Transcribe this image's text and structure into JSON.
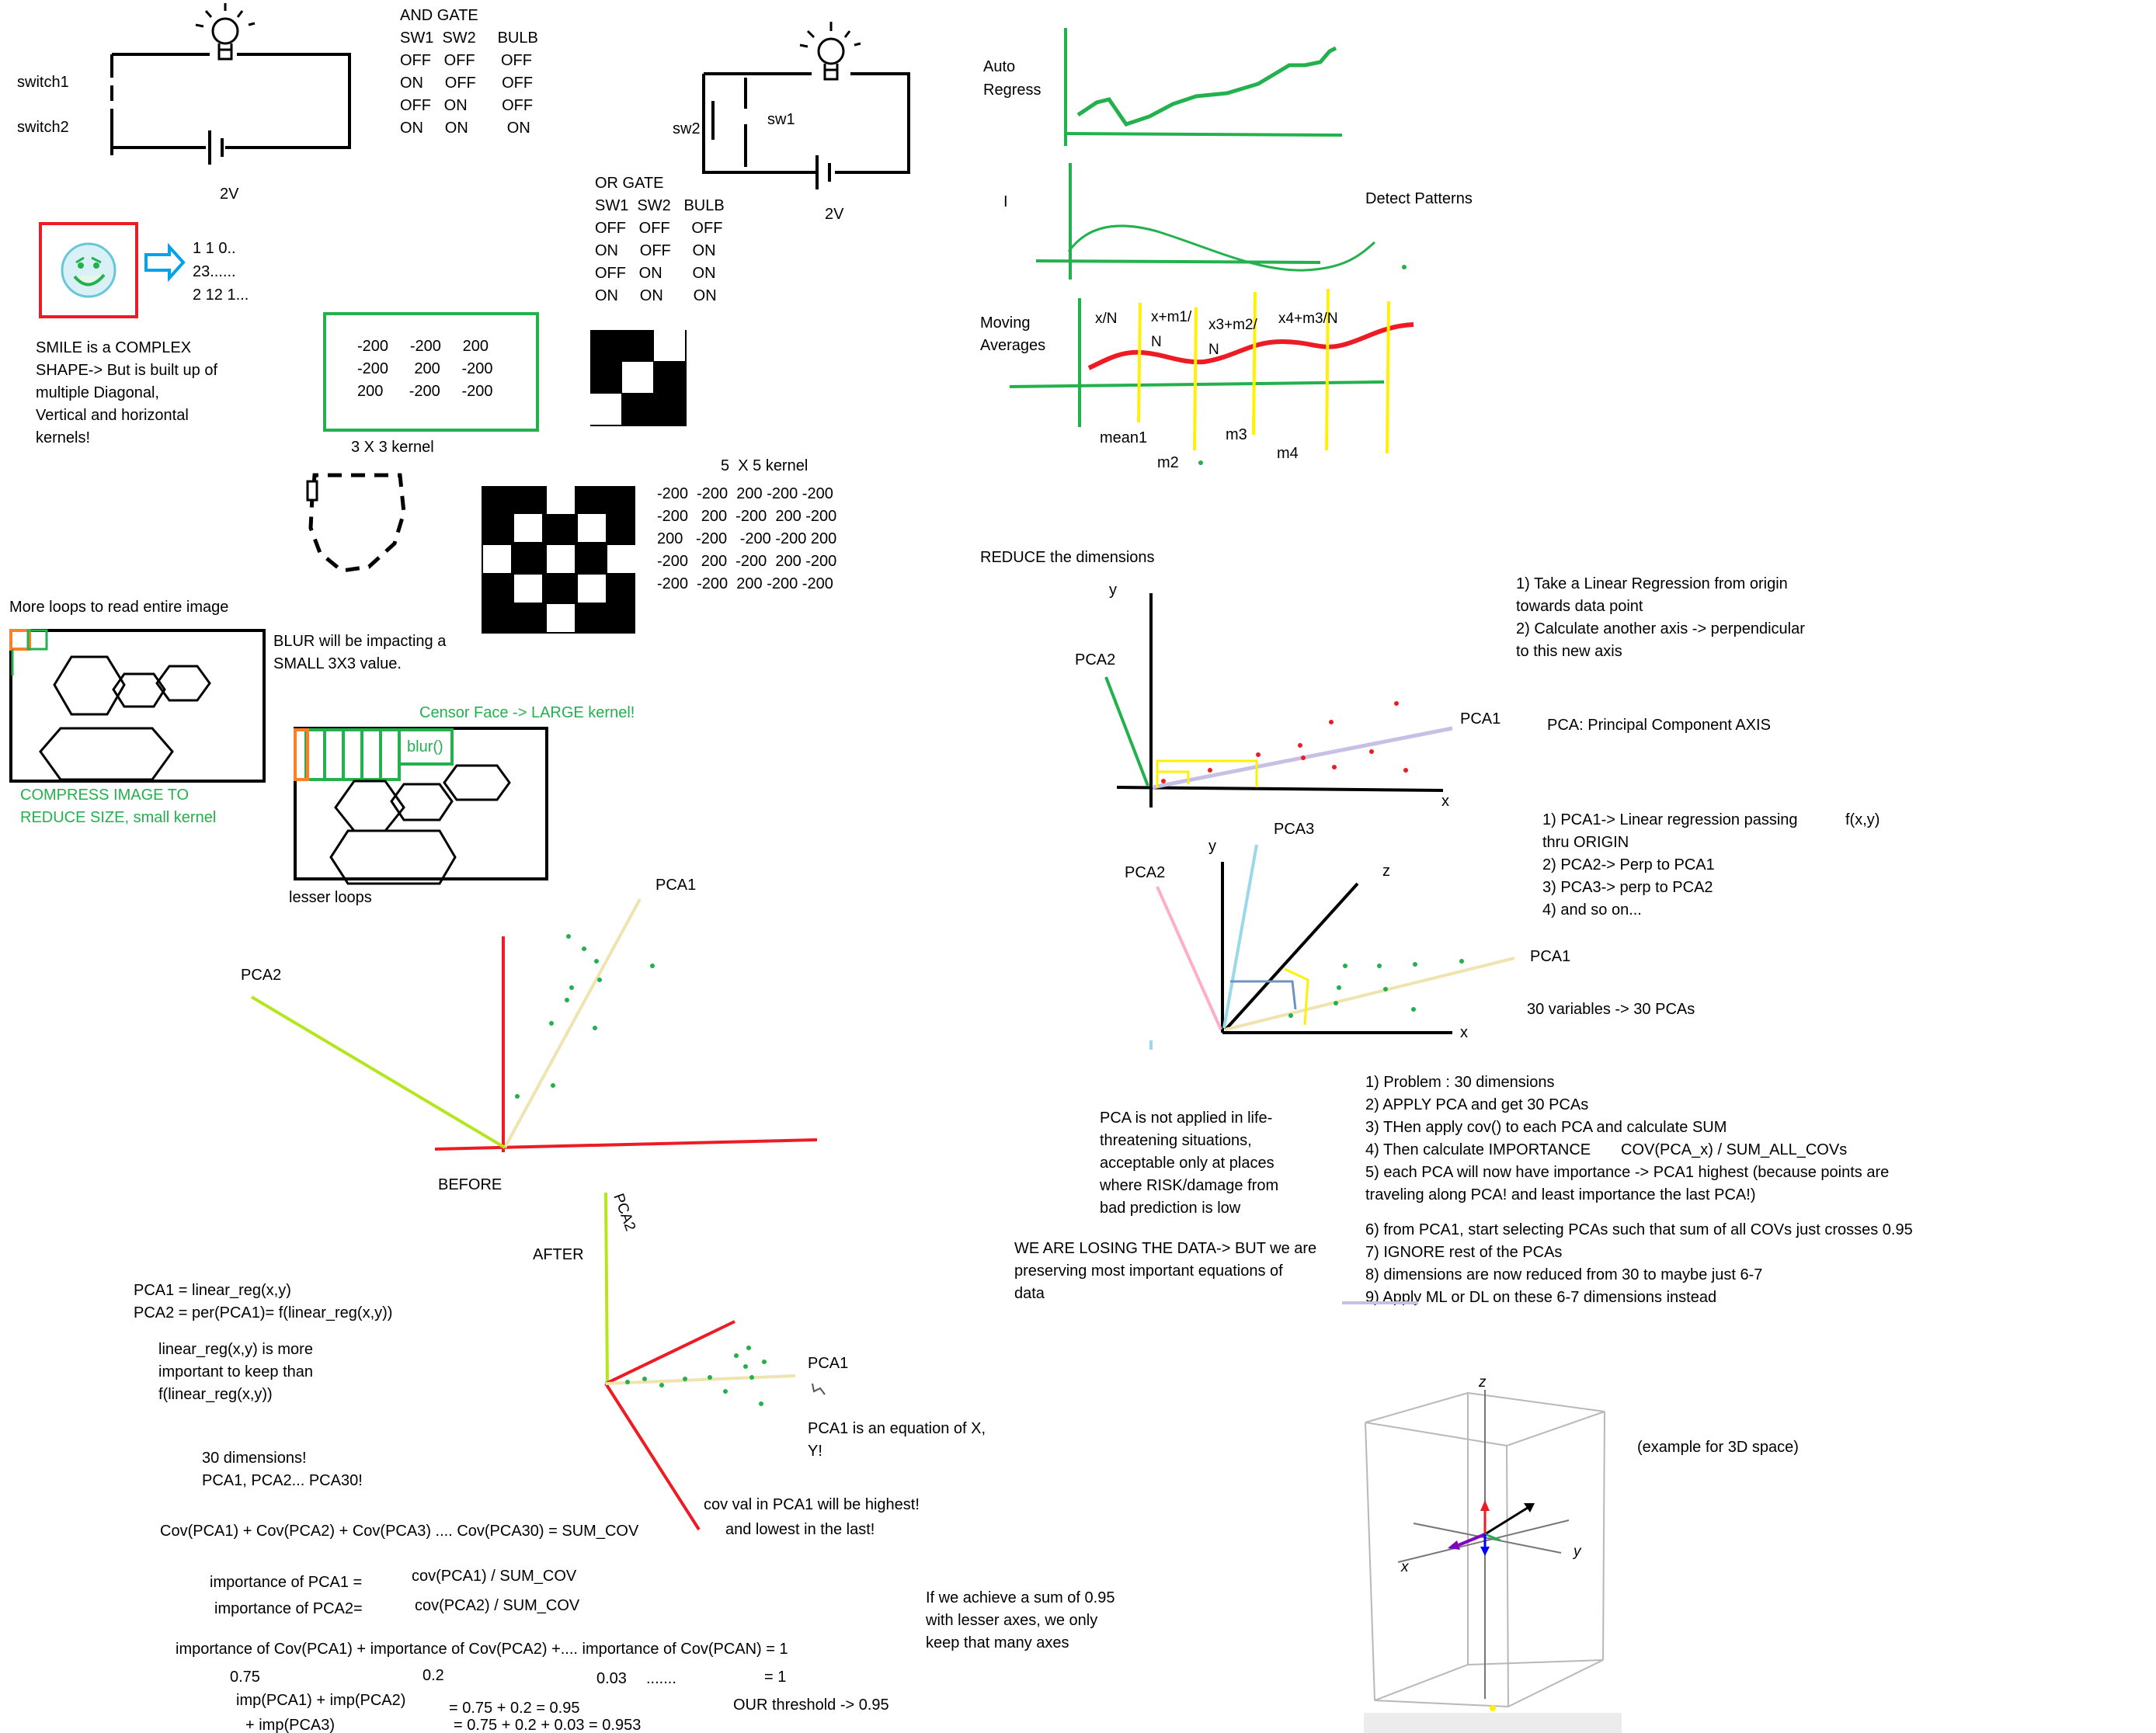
{
  "circuit_and": {
    "switch1": "switch1",
    "switch2": "switch2",
    "voltage": "2V",
    "table_title": "AND GATE",
    "header": "SW1  SW2     BULB",
    "rows": [
      "OFF   OFF      OFF",
      "ON     OFF      OFF",
      "OFF   ON        OFF",
      "ON     ON         ON"
    ]
  },
  "circuit_or": {
    "sw1": "sw1",
    "sw2": "sw2",
    "voltage": "2V",
    "table_title": "OR GATE",
    "header": "SW1  SW2   BULB",
    "rows": [
      "OFF   OFF     OFF",
      "ON     OFF     ON",
      "OFF   ON       ON",
      "ON     ON       ON"
    ]
  },
  "smile": {
    "nums": [
      "1  1 0..",
      "23......",
      "2 12 1..."
    ],
    "text": [
      "SMILE is a COMPLEX",
      "SHAPE-> But is built up of",
      "multiple Diagonal,",
      "Vertical and horizontal",
      "kernels!"
    ]
  },
  "kernel3": {
    "rows": [
      "-200     -200     200",
      "-200      200     -200",
      "200      -200     -200"
    ],
    "caption": "3 X 3 kernel"
  },
  "kernel5": {
    "title": "5  X 5 kernel",
    "rows": [
      "-200  -200  200 -200 -200",
      "-200   200  -200  200 -200",
      "200   -200   -200 -200 200",
      "-200   200  -200  200 -200",
      "-200  -200  200 -200 -200"
    ]
  },
  "loops": {
    "title": "More loops to read entire image",
    "blur_text": [
      "BLUR will be impacting a",
      "SMALL 3X3 value."
    ],
    "compress": [
      "COMPRESS IMAGE TO",
      "REDUCE SIZE, small kernel"
    ],
    "censor": "Censor Face -> LARGE  kernel!",
    "blur_fn": "blur()",
    "lesser": "lesser loops"
  },
  "timeseries": {
    "auto": [
      "Auto",
      "Regress"
    ],
    "i_label": "I",
    "detect": "Detect Patterns",
    "moving": [
      "Moving",
      "Averages"
    ],
    "top_labels": [
      "x/N",
      "x+m1/",
      "N",
      "x3+m2/",
      "N",
      "x4+m3/N"
    ],
    "means": [
      "mean1",
      "m2",
      "m3",
      "m4"
    ]
  },
  "pca_top": {
    "title": "REDUCE the dimensions",
    "y": "y",
    "x": "x",
    "pca2": "PCA2",
    "pca1": "PCA1",
    "steps": [
      "1) Take a Linear Regression from origin",
      "towards data point",
      "2) Calculate another axis -> perpendicular",
      "to this new axis"
    ],
    "definition": "PCA: Principal Component AXIS"
  },
  "pca_3d": {
    "y": "y",
    "x": "x",
    "z": "z",
    "pca1": "PCA1",
    "pca2": "PCA2",
    "pca3": "PCA3",
    "steps": [
      "1) PCA1-> Linear regression passing",
      "thru ORIGIN",
      "2) PCA2-> Perp to PCA1",
      "3) PCA3-> perp to PCA2",
      "4) and so on..."
    ],
    "fxy": "f(x,y)",
    "vars": "30 variables -> 30 PCAs"
  },
  "pca_notes": {
    "problem": [
      "1) Problem : 30 dimensions",
      "2) APPLY PCA and get 30 PCAs",
      "3) THen apply cov() to each PCA and calculate SUM",
      "4) Then calculate IMPORTANCE       COV(PCA_x) / SUM_ALL_COVs",
      "5) each PCA will now have importance -> PCA1 highest (because points are",
      "traveling along PCA! and least importance the last PCA!)"
    ],
    "steps2": [
      "6) from PCA1, start selecting PCAs such that sum of all COVs just crosses 0.95",
      "7) IGNORE rest of the PCAs",
      "8) dimensions are now reduced from 30 to maybe just 6-7",
      "9) Apply ML or DL on these 6-7 dimensions instead"
    ],
    "life": [
      "PCA is not applied in life-",
      "threatening situations,",
      "acceptable only at places",
      "where RISK/damage from",
      "bad prediction is low"
    ],
    "losing": [
      "WE ARE LOSING THE DATA-> BUT we are",
      "preserving most important equations of",
      "data"
    ]
  },
  "before_after": {
    "pca1_before": "PCA1",
    "pca2_before": "PCA2",
    "before": "BEFORE",
    "after": "AFTER",
    "pca2_after": "PCA2",
    "pca1_after": "PCA1",
    "pca1_eq": [
      "PCA1 is an equation of X,",
      "Y!"
    ],
    "cov_val": [
      "cov val in PCA1 will be highest!",
      "and lowest in the last!"
    ]
  },
  "formulas": {
    "pca_def": [
      "PCA1 = linear_reg(x,y)",
      "PCA2 = per(PCA1)= f(linear_reg(x,y))"
    ],
    "keep": [
      "linear_reg(x,y) is more",
      "important to keep than",
      "f(linear_reg(x,y))"
    ],
    "dims": [
      "30 dimensions!",
      "PCA1, PCA2... PCA30!"
    ],
    "sum_cov": "Cov(PCA1) + Cov(PCA2) + Cov(PCA3) .... Cov(PCA30) = SUM_COV",
    "imp1_label": "importance of PCA1 =",
    "imp1_val": "cov(PCA1) / SUM_COV",
    "imp2_label": "importance of PCA2=",
    "imp2_val": "cov(PCA2) / SUM_COV",
    "imp_sum": "importance of Cov(PCA1) + importance of Cov(PCA2) +.... importance of Cov(PCAN) = 1",
    "vals": [
      "0.75",
      "0.2",
      "0.03",
      ".......",
      "= 1"
    ],
    "imp_pca": [
      "imp(PCA1) + imp(PCA2)",
      "+ imp(PCA3)"
    ],
    "sums": [
      "= 0.75 + 0.2 = 0.95",
      "= 0.75 + 0.2 + 0.03 = 0.953"
    ],
    "threshold": "OUR threshold -> 0.95",
    "achieve": [
      "If we achieve a sum of 0.95",
      "with lesser axes, we only",
      "keep that many axes"
    ]
  },
  "example3d": {
    "caption": "(example for 3D space)",
    "x": "x",
    "y": "y",
    "z": "z"
  }
}
